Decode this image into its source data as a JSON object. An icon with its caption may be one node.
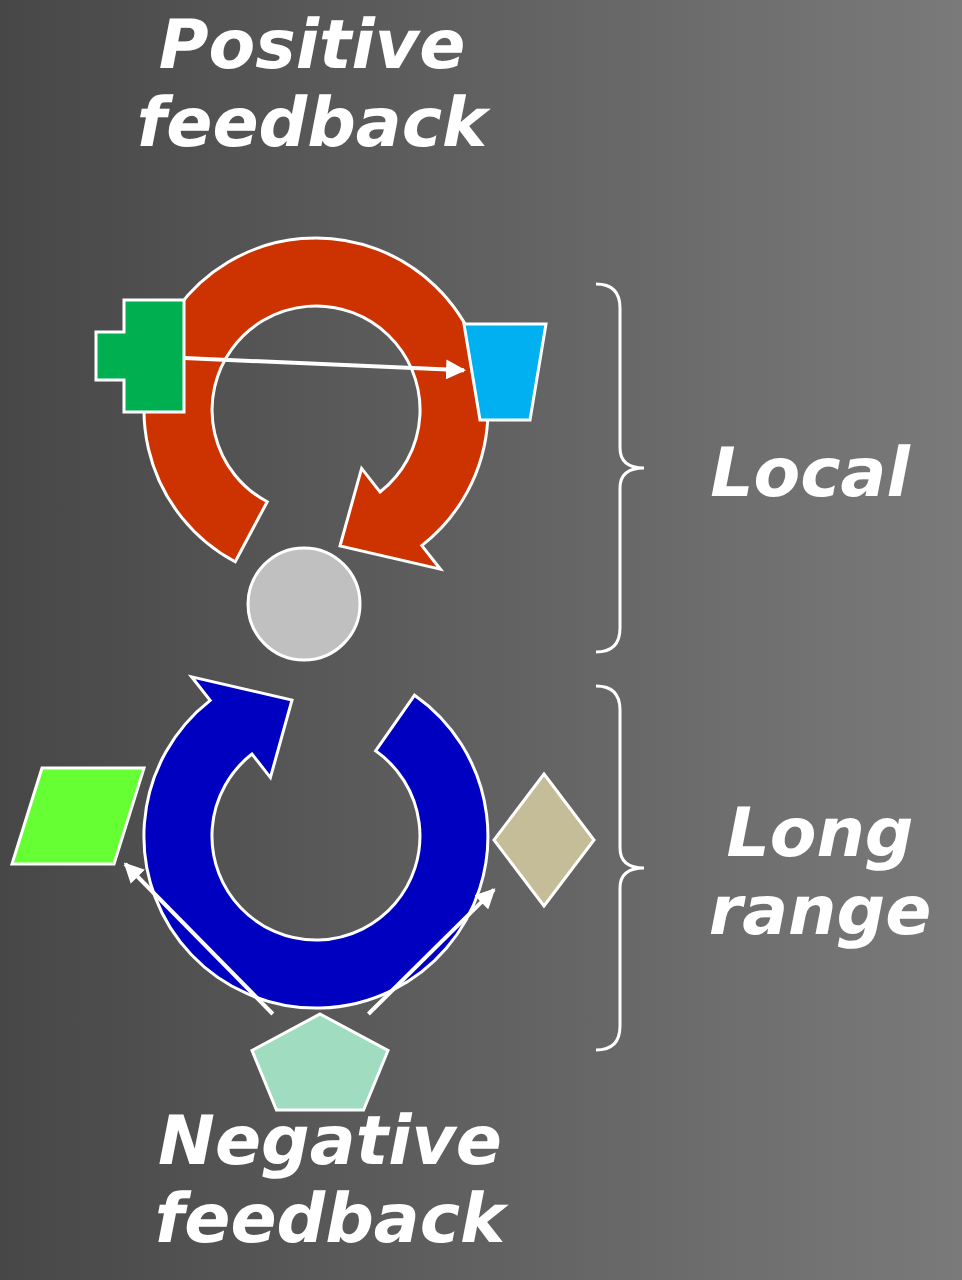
{
  "diagram": {
    "nodes": [
      {
        "text": [],
        "shape": "cross"
      },
      {
        "text": [],
        "shape": "trapezoid"
      },
      {
        "text": [],
        "shape": "circle"
      },
      {
        "text": [],
        "shape": "parallelogram"
      },
      {
        "text": [],
        "shape": "diamond"
      },
      {
        "text": [],
        "shape": "pentagon"
      }
    ],
    "edges": [
      {
        "from": 0,
        "to": 1,
        "arrow": "to"
      },
      {
        "from": 5,
        "to": 3,
        "arrow": "to"
      },
      {
        "from": 5,
        "to": 4,
        "arrow": "to"
      }
    ],
    "labels": [
      "Positive feedback",
      "Local",
      "Long range",
      "Negative feedback"
    ]
  }
}
